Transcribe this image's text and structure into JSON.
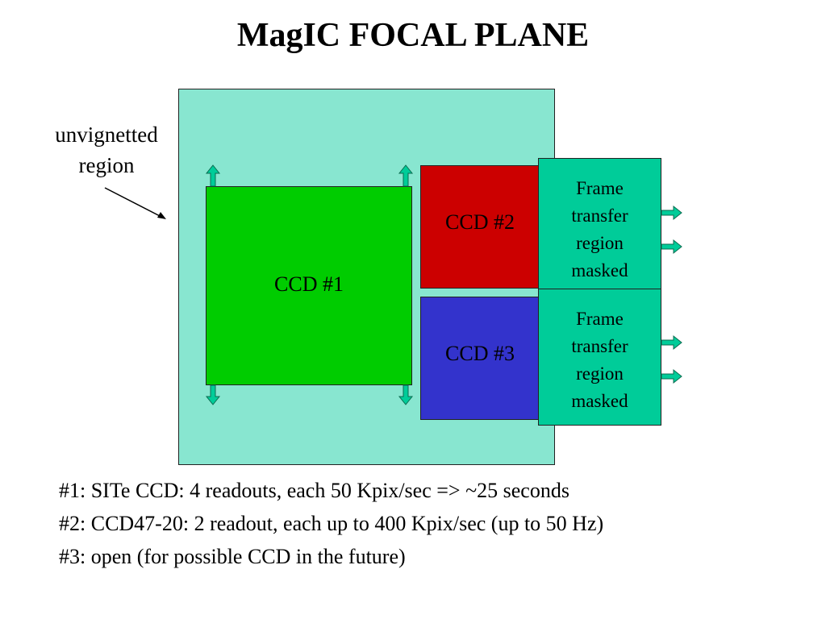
{
  "title": "MagIC FOCAL PLANE",
  "region_label": [
    "unvignetted",
    "region"
  ],
  "ccds": {
    "ccd1": "CCD #1",
    "ccd2": "CCD #2",
    "ccd3": "CCD #3"
  },
  "frame_transfer": [
    [
      "Frame",
      "transfer",
      "region",
      "masked"
    ],
    [
      "Frame",
      "transfer",
      "region",
      "masked"
    ]
  ],
  "notes": [
    "#1: SITe CCD: 4 readouts, each 50 Kpix/sec => ~25 seconds",
    "#2: CCD47-20: 2 readout, each up to 400 Kpix/sec (up to 50 Hz)",
    "#3: open (for possible CCD in the future)"
  ],
  "colors": {
    "focal_plane": "#88e6d0",
    "ccd1": "#00cc00",
    "ccd2": "#cc0000",
    "ccd3": "#3333cc",
    "frame_transfer": "#00cc99"
  }
}
